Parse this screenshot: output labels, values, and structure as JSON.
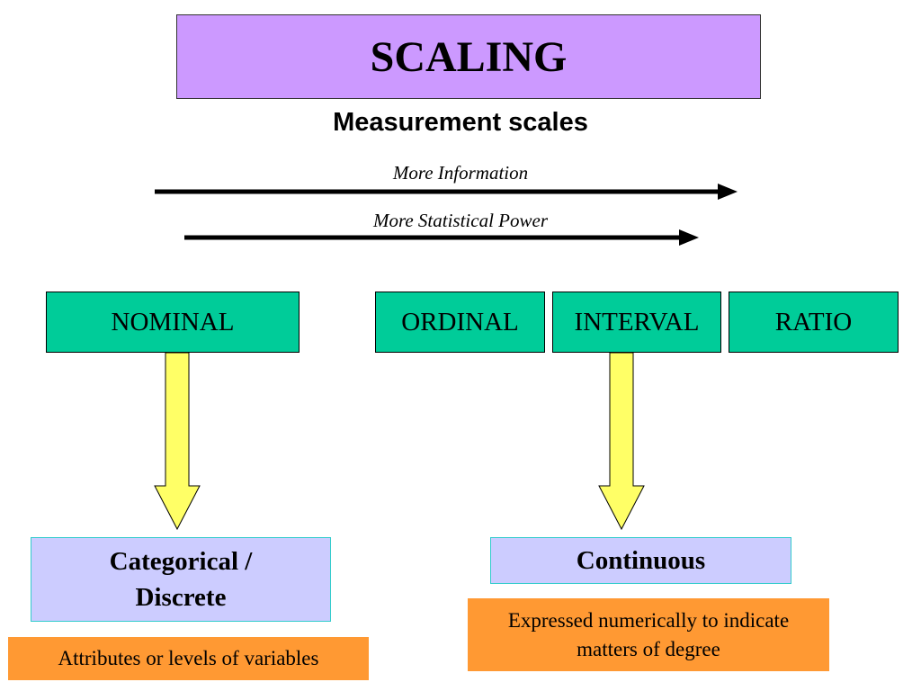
{
  "title": "SCALING",
  "subtitle": "Measurement scales",
  "arrows": [
    {
      "label": "More Information"
    },
    {
      "label": "More Statistical Power"
    }
  ],
  "scales": [
    "NOMINAL",
    "ORDINAL",
    "INTERVAL",
    "RATIO"
  ],
  "categories": {
    "categorical": "Categorical / Discrete",
    "continuous": "Continuous"
  },
  "descriptions": {
    "categorical": "Attributes or levels of variables",
    "continuous": "Expressed numerically to indicate matters of degree"
  },
  "colors": {
    "title_bg": "#cc99ff",
    "scale_bg": "#00cc99",
    "category_bg": "#ccccff",
    "description_bg": "#ff9933",
    "down_arrow": "#ffff66"
  }
}
